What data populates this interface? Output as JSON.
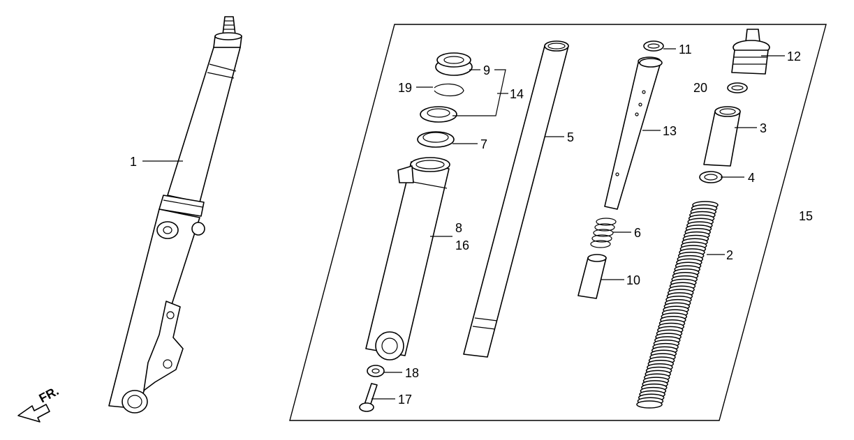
{
  "direction_label": "FR.",
  "callouts": {
    "c1": "1",
    "c2": "2",
    "c3": "3",
    "c4": "4",
    "c5": "5",
    "c6": "6",
    "c7": "7",
    "c8": "8",
    "c9": "9",
    "c10": "10",
    "c11": "11",
    "c12": "12",
    "c13": "13",
    "c14": "14",
    "c15": "15",
    "c16": "16",
    "c17": "17",
    "c18": "18",
    "c19": "19",
    "c20": "20"
  }
}
